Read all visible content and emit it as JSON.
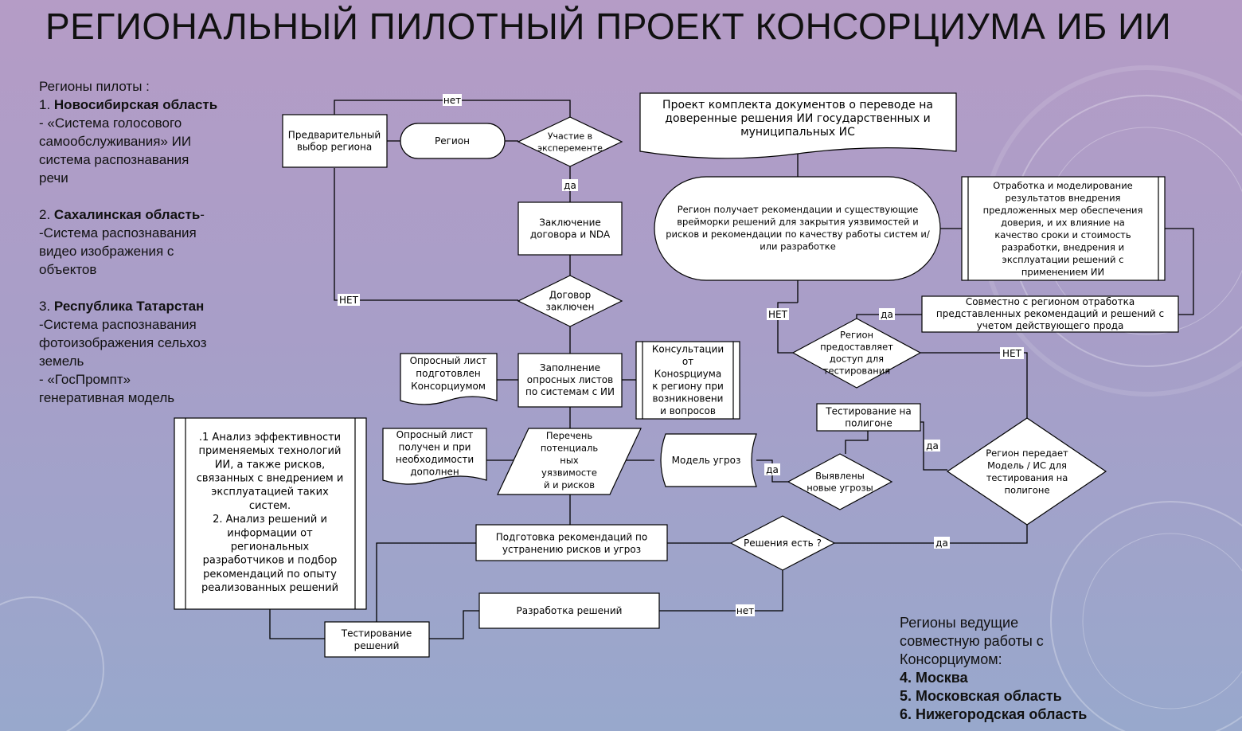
{
  "title": "РЕГИОНАЛЬНЫЙ ПИЛОТНЫЙ ПРОЕКТ КОНСОРЦИУМА ИБ ИИ",
  "pilot_regions": {
    "heading": "Регионы пилоты :",
    "r1_num": "1. ",
    "r1_name": "Новосибирская область",
    "r1_desc": [
      " - «Система  голосового",
      "самообслуживания» ИИ",
      "система распознавания",
      "речи"
    ],
    "r2_num": "2. ",
    "r2_name": "Сахалинская область",
    "r2_tail": "-",
    "r2_desc": [
      "-Система распознавания",
      "видео  изображения с",
      "объектов"
    ],
    "r3_num": "3. ",
    "r3_name": "Республика Татарстан",
    "r3_desc": [
      "-Система распознавания",
      "фотоизображения сельхоз",
      "земель",
      "- «ГосПромпт»",
      "генеративная  модель"
    ]
  },
  "lead_regions": {
    "heading": [
      "Регионы ведущие",
      "совместную работы с",
      "Консорциумом:"
    ],
    "items": [
      "4. Москва",
      "5. Московская область",
      "6. Нижегородская область"
    ]
  },
  "nodes": [
    {
      "id": "prelim",
      "lines": [
        "Предварительный",
        "выбор региона"
      ]
    },
    {
      "id": "region",
      "lines": [
        "Регион"
      ]
    },
    {
      "id": "participation",
      "lines": [
        "Участие в",
        "эксперементе"
      ]
    },
    {
      "id": "contract",
      "lines": [
        "Заключение",
        "договора  и NDA"
      ]
    },
    {
      "id": "contract_done",
      "lines": [
        "Договор",
        "заключен"
      ]
    },
    {
      "id": "questionnaire_ready",
      "lines": [
        "Опросный лист",
        "подготовлен",
        "Консорциумом"
      ]
    },
    {
      "id": "fill_questionnaire",
      "lines": [
        "Заполнение",
        "опросных  листов",
        "по системам с ИИ"
      ]
    },
    {
      "id": "consult",
      "lines": [
        "Консультации",
        "от",
        "Конosрциума",
        "к региону  при",
        "возникновени",
        "и вопросов"
      ]
    },
    {
      "id": "questionnaire_received",
      "lines": [
        "Опросный лист",
        "получен и при",
        "необходимости",
        "дополнен"
      ]
    },
    {
      "id": "vuln_list",
      "lines": [
        "Перечень",
        "потенциаль",
        "ных",
        "уязвимосте",
        "й и рисков"
      ]
    },
    {
      "id": "threat_model",
      "lines": [
        "Модель угроз"
      ]
    },
    {
      "id": "new_threats",
      "lines": [
        "Выявлены",
        "новые угрозы"
      ]
    },
    {
      "id": "polygon_test",
      "lines": [
        "Тестирование на",
        "полигоне"
      ]
    },
    {
      "id": "docs",
      "lines": [
        "Проект комплекта документов о переводе на",
        "доверенные решения ИИ государственных  и",
        "муниципальных  ИС"
      ]
    },
    {
      "id": "region_receives",
      "lines": [
        "Регион получает рекомендации и  существующие",
        "врейморки решений для  закрытия  уязвимостей и",
        "рисков  и рекомендации по качеству работы систем и/",
        "или разработке"
      ]
    },
    {
      "id": "modeling",
      "lines": [
        "Отработка и моделирование",
        "результатов  внедрения",
        "предложенных  мер  обеспечения",
        "доверия,  и  их  влияние на",
        "качество  сроки и стоимость",
        "разработки, внедрения и",
        "эксплуатации решений с",
        "применением  ИИ"
      ]
    },
    {
      "id": "joint",
      "lines": [
        "Совместно с регионом отработка",
        "представленных рекомендаций и решений с",
        "учетом  действующего прода"
      ]
    },
    {
      "id": "region_access",
      "lines": [
        "Регион",
        "предоставляет",
        "доступ для",
        "тестирования"
      ]
    },
    {
      "id": "region_transfers",
      "lines": [
        "Регион передает",
        "Модель / ИС для",
        "тестирования на",
        "полигоне"
      ]
    },
    {
      "id": "analysis",
      "lines": [
        ".1 Анализ эффективности",
        "применяемых технологий",
        "ИИ, а также рисков,",
        "связанных с внедрением и",
        "эксплуатацией таких",
        "систем.",
        "2. Анализ  решений и",
        "информации  от",
        "региональных",
        "разработчиков  и  подбор",
        "рекомендаций  по опыту",
        "реализованных  решений"
      ]
    },
    {
      "id": "prep_recs",
      "lines": [
        "Подготовка рекомендаций по",
        "устранению рисков и угроз"
      ]
    },
    {
      "id": "solutions_q",
      "lines": [
        "Решения есть ?"
      ]
    },
    {
      "id": "dev_solutions",
      "lines": [
        "Разработка решений"
      ]
    },
    {
      "id": "test_solutions",
      "lines": [
        "Тестирование",
        "решений"
      ]
    }
  ],
  "edge_labels": [
    {
      "id": "no_top",
      "text": "нет"
    },
    {
      "id": "yes_participation",
      "text": "да"
    },
    {
      "id": "no_contract",
      "text": "НЕТ"
    },
    {
      "id": "no_access",
      "text": "НЕТ"
    },
    {
      "id": "yes_access",
      "text": "да"
    },
    {
      "id": "no_transfer",
      "text": "НЕТ"
    },
    {
      "id": "yes_transfer",
      "text": "да"
    },
    {
      "id": "yes_threats",
      "text": "да"
    },
    {
      "id": "yes_solutions",
      "text": "да"
    },
    {
      "id": "no_solutions",
      "text": "нет"
    }
  ],
  "colors": {
    "background_top": "#b59cc6",
    "background_bottom": "#98a8cc",
    "box_fill": "#ffffff",
    "line": "#000000"
  }
}
